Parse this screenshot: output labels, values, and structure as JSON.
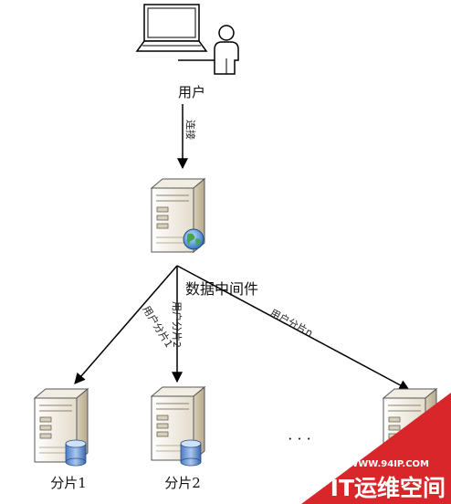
{
  "nodes": {
    "user": "用户",
    "middleware": "数据中间件",
    "shard1": "分片1",
    "shard2": "分片2",
    "ellipsis": "· · ·"
  },
  "edges": {
    "connect": "连接",
    "to_shard1": "用户分片1",
    "to_shard2": "用户分片2",
    "to_shardn": "用户分片n"
  },
  "watermark": {
    "url": "WWW.94IP.COM",
    "brand": "IT运维空间",
    "color": "#d9262b"
  }
}
